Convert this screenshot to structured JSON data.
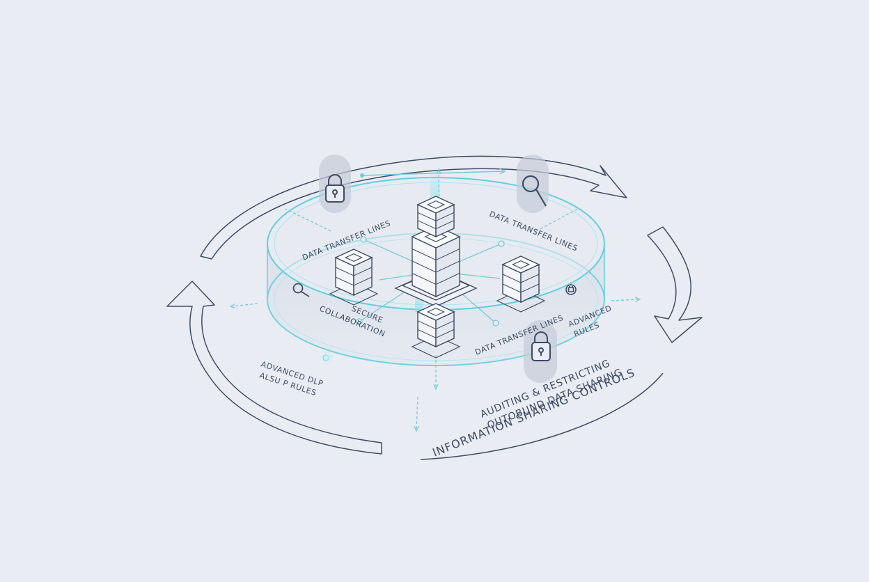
{
  "labels": {
    "transfer_left": "DATA TRANSFER LINES",
    "transfer_right_top": "DATA TRANSFER LINES",
    "transfer_right_bottom": "DATA TRANSFER LINES",
    "secure_line1": "SECURE",
    "secure_line2": "COLLABORATION",
    "dlp_left_line1": "ADVANCED DLP",
    "dlp_left_line2": "ALSU P RULES",
    "dlp_right_line1": "ADVANCED",
    "dlp_right_line2": "RULES",
    "auditing_line1": "AUDITING & RESTRICTING",
    "auditing_line2": "OUTOBUND DATA SHARING",
    "footer": "INFORMATION SHARING CONTROLS"
  },
  "icons": [
    "padlock-icon",
    "magnifier-icon",
    "plug-icon",
    "server-stack-icon"
  ],
  "colors": {
    "background": "#e9ecf2",
    "line": "#3d4b63",
    "accent": "#5fd0e0",
    "cylinder_fill": "#d6dde8"
  }
}
